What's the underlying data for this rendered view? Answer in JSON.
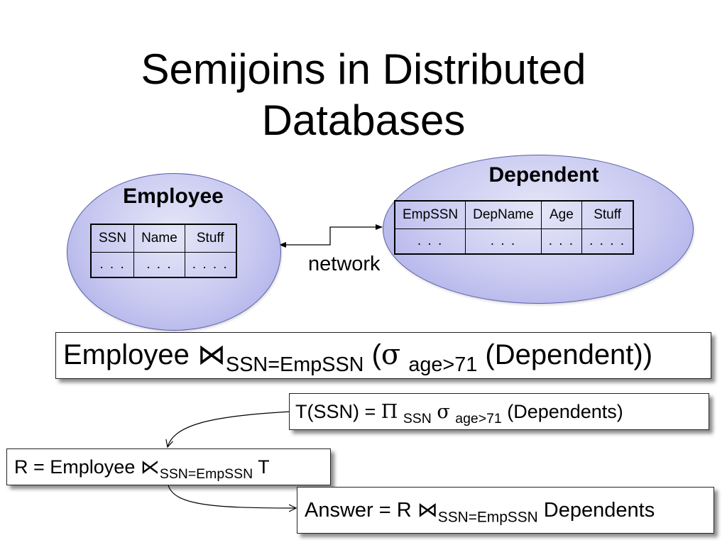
{
  "title": {
    "line1": "Semijoins in Distributed",
    "line2": "Databases"
  },
  "employee": {
    "label": "Employee",
    "columns": [
      "SSN",
      "Name",
      "Stuff"
    ],
    "row": [
      ". . .",
      ". . .",
      ". . . ."
    ]
  },
  "dependent": {
    "label": "Dependent",
    "columns": [
      "EmpSSN",
      "DepName",
      "Age",
      "Stuff"
    ],
    "row": [
      ". . .",
      ". . .",
      ". . .",
      ". . . ."
    ]
  },
  "network_label": "network",
  "query": {
    "left": "Employee",
    "join_symbol": "⋈",
    "join_condition": "SSN=EmpSSN",
    "open": "(",
    "sigma": "σ",
    "select_condition": "age>71",
    "arg": "(Dependent))"
  },
  "step1": {
    "lhs": "T(SSN) =",
    "pi": "Π",
    "project_attr": "SSN",
    "sigma": "σ",
    "select_condition": "age>71",
    "arg": "(Dependents)"
  },
  "step2": {
    "lhs": "R = Employee",
    "semijoin_symbol": "⋉",
    "join_condition": "SSN=EmpSSN",
    "rhs": "T"
  },
  "step3": {
    "lhs": "Answer = R",
    "join_symbol": "⋈",
    "join_condition": "SSN=EmpSSN",
    "rhs": "Dependents"
  }
}
